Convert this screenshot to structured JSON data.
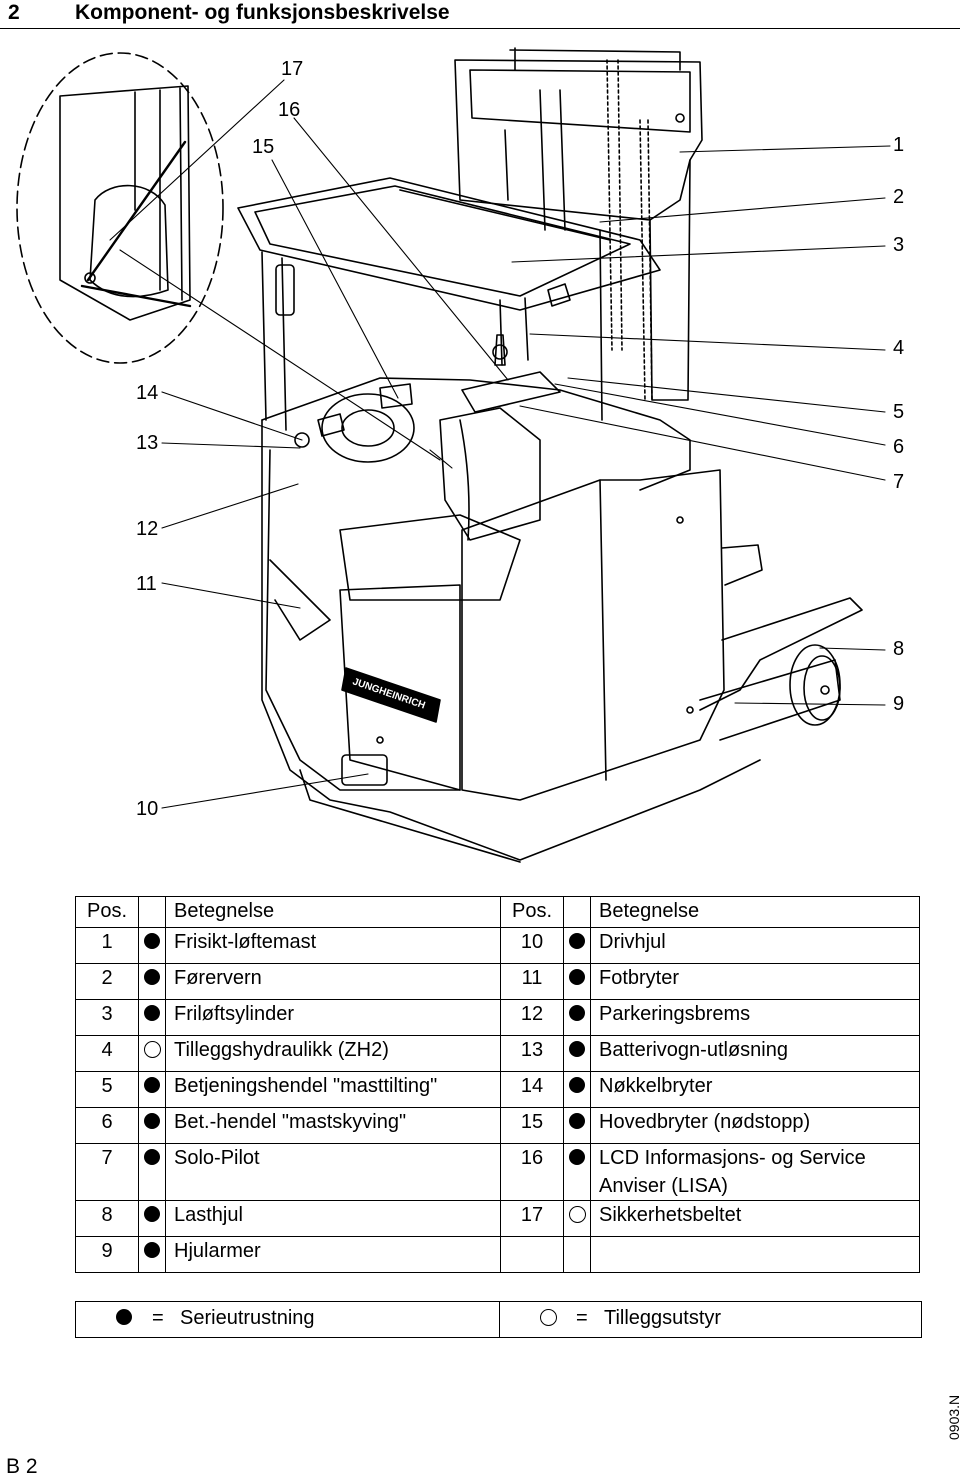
{
  "header": {
    "chapter_number": "2",
    "chapter_title": "Komponent- og funksjonsbeskrivelse"
  },
  "illustration": {
    "callouts": [
      "1",
      "2",
      "3",
      "4",
      "5",
      "6",
      "7",
      "8",
      "9",
      "10",
      "11",
      "12",
      "13",
      "14",
      "15",
      "16",
      "17"
    ],
    "brand_label": "JUNGHEINRICH"
  },
  "table": {
    "headers": {
      "pos": "Pos.",
      "designation": "Betegnelse"
    },
    "left": [
      {
        "pos": "1",
        "dot": "filled",
        "label": "Frisikt-løftemast"
      },
      {
        "pos": "2",
        "dot": "filled",
        "label": "Førervern"
      },
      {
        "pos": "3",
        "dot": "filled",
        "label": "Friløftsylinder"
      },
      {
        "pos": "4",
        "dot": "open",
        "label": "Tilleggshydraulikk (ZH2)"
      },
      {
        "pos": "5",
        "dot": "filled",
        "label": "Betjeningshendel \"masttilting\""
      },
      {
        "pos": "6",
        "dot": "filled",
        "label": "Bet.-hendel \"mastskyving\""
      },
      {
        "pos": "7",
        "dot": "filled",
        "label": "Solo-Pilot"
      },
      {
        "pos": "8",
        "dot": "filled",
        "label": "Lasthjul"
      },
      {
        "pos": "9",
        "dot": "filled",
        "label": "Hjularmer"
      }
    ],
    "right": [
      {
        "pos": "10",
        "dot": "filled",
        "label": "Drivhjul"
      },
      {
        "pos": "11",
        "dot": "filled",
        "label": "Fotbryter"
      },
      {
        "pos": "12",
        "dot": "filled",
        "label": "Parkeringsbrems"
      },
      {
        "pos": "13",
        "dot": "filled",
        "label": "Batterivogn-utløsning"
      },
      {
        "pos": "14",
        "dot": "filled",
        "label": "Nøkkelbryter"
      },
      {
        "pos": "15",
        "dot": "filled",
        "label": "Hovedbryter (nødstopp)"
      },
      {
        "pos": "16",
        "dot": "filled",
        "label": "LCD Informasjons- og Service Anviser (LISA)"
      },
      {
        "pos": "17",
        "dot": "open",
        "label": "Sikkerhetsbeltet"
      }
    ]
  },
  "legend": {
    "standard": {
      "symbol": "filled-dot",
      "equals": "=",
      "label": "Serieutrustning"
    },
    "optional": {
      "symbol": "open-dot",
      "equals": "=",
      "label": "Tilleggsutstyr"
    }
  },
  "footer": {
    "doc_id": "0903.N",
    "page": "B 2"
  }
}
